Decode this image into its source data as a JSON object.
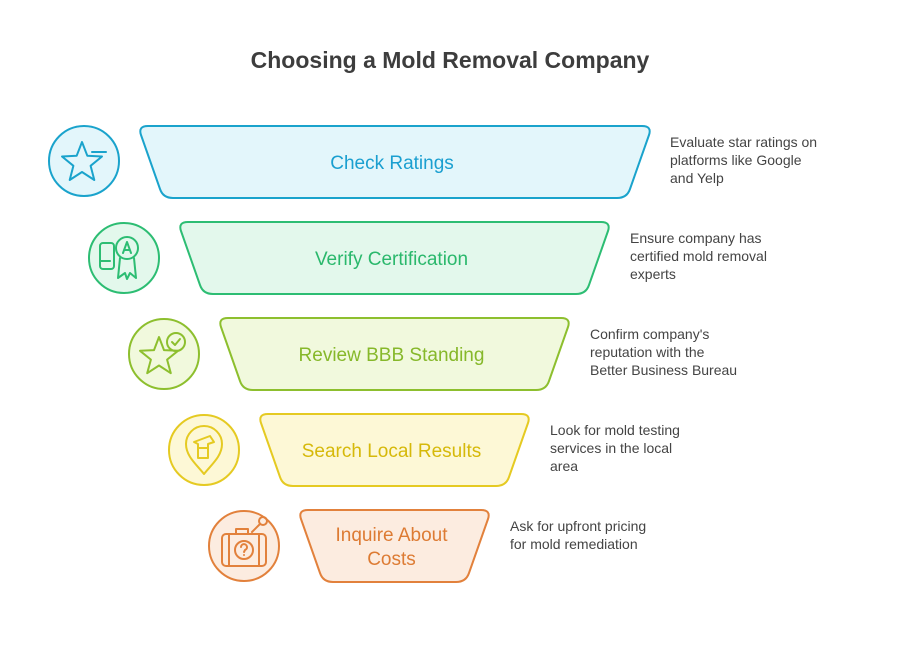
{
  "title": "Choosing a Mold Removal Company",
  "steps": [
    {
      "label": "Check Ratings",
      "description": "Evaluate star ratings on\nplatforms like Google\nand Yelp",
      "icon": "star-rating-icon",
      "stroke": "#1aa3cc",
      "fill": "#e3f6fb",
      "text_color": "#1a9fd0"
    },
    {
      "label": "Verify Certification",
      "description": "Ensure company has\ncertified mold removal\nexperts",
      "icon": "certificate-icon",
      "stroke": "#2dbd73",
      "fill": "#e3f8ec",
      "text_color": "#2ab86c"
    },
    {
      "label": "Review BBB Standing",
      "description": "Confirm company's\nreputation with the\nBetter Business Bureau",
      "icon": "star-check-icon",
      "stroke": "#8dbf2e",
      "fill": "#f1f9dd",
      "text_color": "#86b82a"
    },
    {
      "label": "Search Local Results",
      "description": "Look for mold testing\nservices in the local\narea",
      "icon": "map-pin-icon",
      "stroke": "#e5ca22",
      "fill": "#fdf8d6",
      "text_color": "#d6b90a"
    },
    {
      "label": "Inquire About\nCosts",
      "description": "Ask for upfront pricing\nfor mold remediation",
      "icon": "briefcase-question-icon",
      "stroke": "#e2813c",
      "fill": "#fcece0",
      "text_color": "#dd7b33"
    }
  ]
}
